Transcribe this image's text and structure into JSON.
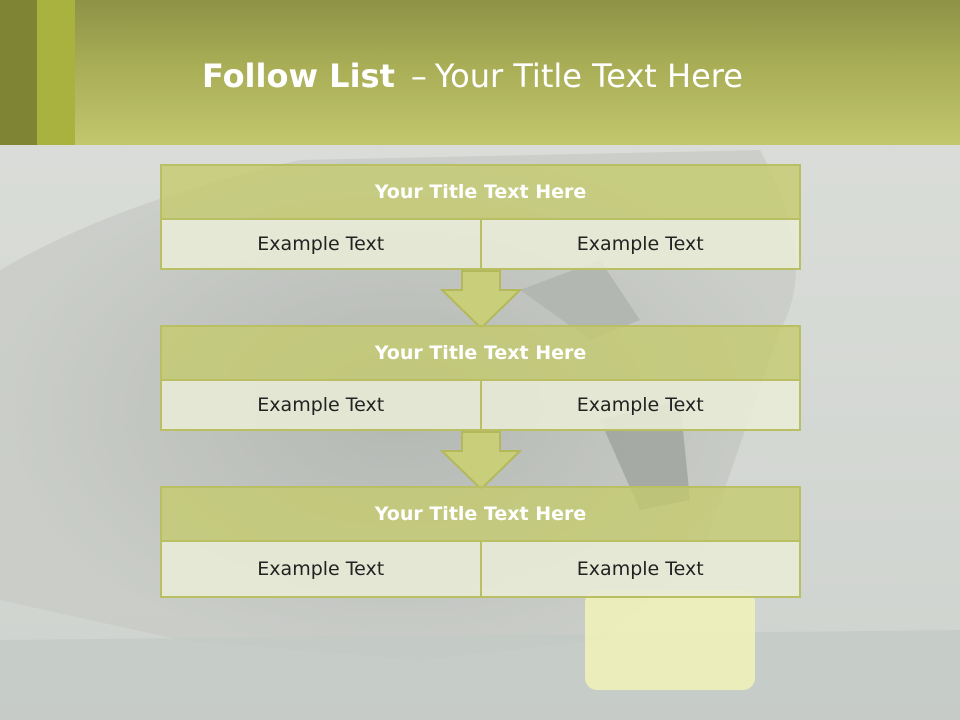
{
  "header": {
    "title_bold": "Follow List",
    "title_sep": "–",
    "title_rest": "Your Title Text Here"
  },
  "steps": [
    {
      "title": "Your Title Text Here",
      "left": "Example Text",
      "right": "Example Text"
    },
    {
      "title": "Your Title Text Here",
      "left": "Example Text",
      "right": "Example Text"
    },
    {
      "title": "Your Title Text Here",
      "left": "Example Text",
      "right": "Example Text"
    }
  ],
  "colors": {
    "header_accent": "#a8ad56",
    "box_fill": "#c4ca6c",
    "cell_fill": "#e8ecd6",
    "border": "#b9bf62"
  }
}
